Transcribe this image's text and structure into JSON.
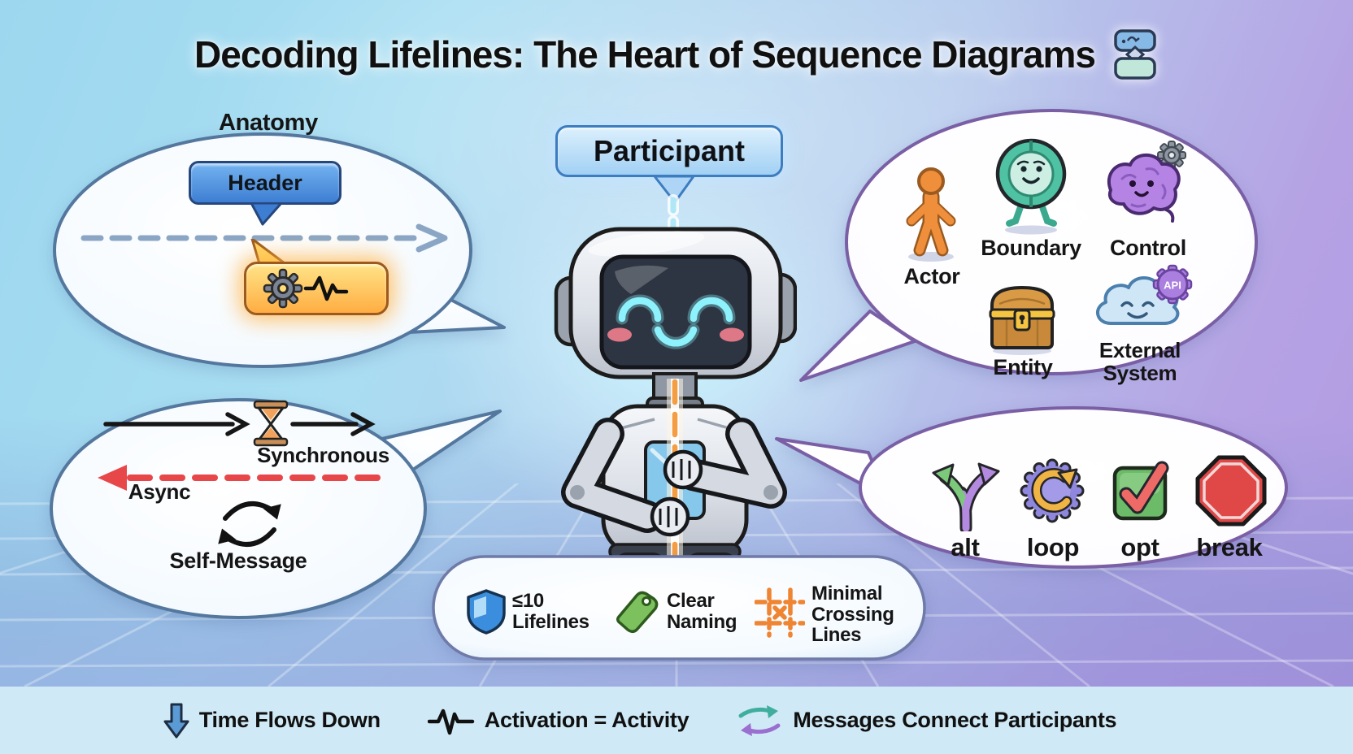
{
  "title": {
    "text": "Decoding Lifelines: The Heart of Sequence Diagrams"
  },
  "anatomy": {
    "section_label": "Anatomy",
    "header_label": "Header"
  },
  "participant": {
    "label": "Participant"
  },
  "participant_types": {
    "api_badge": "API",
    "items": [
      {
        "label": "Actor",
        "icon": "actor-icon"
      },
      {
        "label": "Boundary",
        "icon": "boundary-icon"
      },
      {
        "label": "Control",
        "icon": "control-brain-icon"
      },
      {
        "label": "Entity",
        "icon": "entity-chest-icon"
      },
      {
        "label": "External System",
        "icon": "external-system-cloud-icon"
      }
    ]
  },
  "messages": {
    "synchronous": "Synchronous",
    "async": "Async",
    "self_message": "Self-Message"
  },
  "fragments": {
    "items": [
      {
        "label": "alt",
        "icon": "branch-arrows-icon"
      },
      {
        "label": "loop",
        "icon": "loop-badge-icon"
      },
      {
        "label": "opt",
        "icon": "checkbox-icon"
      },
      {
        "label": "break",
        "icon": "stop-octagon-icon"
      }
    ]
  },
  "best_practices": {
    "items": [
      {
        "label": "≤10 Lifelines",
        "icon": "shield-icon"
      },
      {
        "label": "Clear Naming",
        "icon": "tag-icon"
      },
      {
        "label": "Minimal Crossing Lines",
        "icon": "crossing-lines-icon"
      }
    ]
  },
  "footer": {
    "items": [
      {
        "label": "Time Flows Down",
        "icon": "down-arrow-icon"
      },
      {
        "label": "Activation = Activity",
        "icon": "activation-pulse-icon"
      },
      {
        "label": "Messages Connect Participants",
        "icon": "exchange-arrows-icon"
      }
    ]
  },
  "colors": {
    "header_blue": "#4a8fd9",
    "activation_yellow": "#ffcf5e",
    "async_red": "#e8474a",
    "sync_black": "#161616",
    "lifeline_orange": "#f59d42",
    "bubble_border_blue": "#54779e",
    "bubble_border_purple": "#7a5fa5",
    "footer_bg": "#cfe9f6"
  }
}
